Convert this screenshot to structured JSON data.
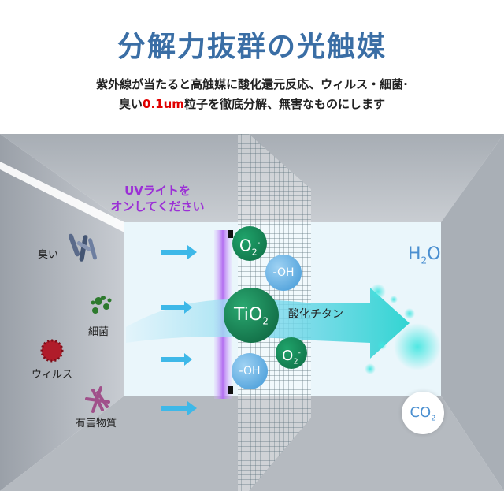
{
  "header": {
    "title": "分解力抜群の光触媒",
    "desc_line1": "紫外線が当たると高触媒に酸化還元反応、ウィルス・細菌·",
    "desc_line2_pre": "臭い",
    "desc_line2_hl": "0.1um",
    "desc_line2_post": "粒子を徹底分解、無害なものにします"
  },
  "uv_notice": {
    "line1": "UVライトを",
    "line2": "オンしてください"
  },
  "pollutants": [
    {
      "label": "臭い",
      "icon": "odor-icon"
    },
    {
      "label": "細菌",
      "icon": "bacteria-icon"
    },
    {
      "label": "ウィルス",
      "icon": "virus-icon"
    },
    {
      "label": "有害物質",
      "icon": "harmful-substance-icon"
    }
  ],
  "molecules": {
    "o2": {
      "base": "O",
      "sub": "2",
      "sup": "-"
    },
    "oh": "-OH",
    "tio2": {
      "base": "TiO",
      "sub": "2"
    },
    "tio2_label": "酸化チタン",
    "h2o": {
      "h": "H",
      "sub": "2",
      "o": "O"
    },
    "co2": {
      "base": "CO",
      "sub": "2"
    }
  },
  "colors": {
    "title": "#3a6ea5",
    "uv_text": "#9b2fd6",
    "highlight": "#e00000",
    "uv_light": "#b36ef0",
    "catalyst_green": "#0e6b44",
    "flow_cyan": "#29d3d0"
  }
}
